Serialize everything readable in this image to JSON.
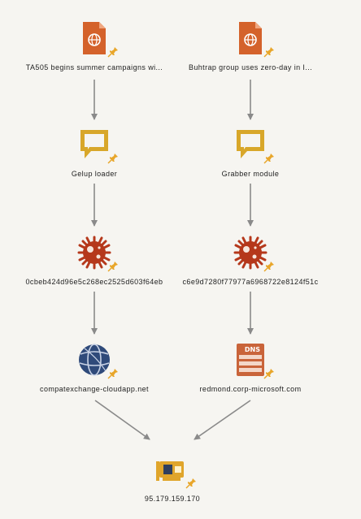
{
  "nodes": {
    "report_left": {
      "label": "TA505 begins summer campaigns wi...",
      "icon": "report-icon"
    },
    "report_right": {
      "label": "Buhtrap group uses zero-day in I...",
      "icon": "report-icon"
    },
    "malware_left": {
      "label": "Gelup loader",
      "icon": "speech-bubble-icon"
    },
    "malware_right": {
      "label": "Grabber module",
      "icon": "speech-bubble-icon"
    },
    "hash_left": {
      "label": "0cbeb424d96e5c268ec2525d603f64eb",
      "icon": "virus-icon"
    },
    "hash_right": {
      "label": "c6e9d7280f77977a6968722e8124f51c",
      "icon": "virus-icon"
    },
    "domain_left": {
      "label": "compatexchange-cloudapp.net",
      "icon": "globe-icon"
    },
    "domain_right": {
      "label": "redmond.corp-microsoft.com",
      "icon": "dns-server-icon"
    },
    "ip": {
      "label": "95.179.159.170",
      "icon": "network-card-icon"
    }
  },
  "colors": {
    "report": "#d4622b",
    "bubble": "#d8a72a",
    "virus": "#b5381b",
    "globe": "#2f4a7a",
    "dns": "#c9643a",
    "nic": "#e0a52b",
    "pin": "#e8a62a",
    "edge": "#8a8a8a"
  }
}
